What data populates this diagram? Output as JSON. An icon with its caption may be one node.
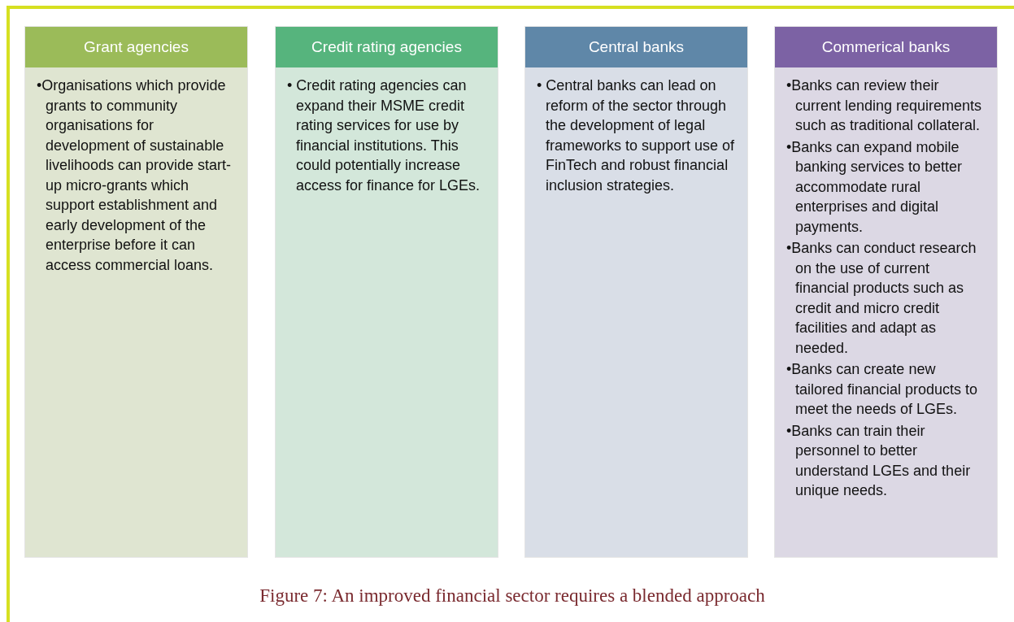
{
  "diagram": {
    "caption": "Figure 7: An improved financial sector requires a blended approach",
    "nodes": [
      {
        "text": [
          "Grant agencies",
          "•Organisations which provide grants to community organisations for development of sustainable livelihoods can provide start-up micro-grants which support establishment and early development of the enterprise before it can access commercial loans."
        ]
      },
      {
        "text": [
          "Credit rating agencies",
          "• Credit rating agencies can expand their MSME credit rating services for use by financial institutions. This could potentially increase access for finance for LGEs."
        ]
      },
      {
        "text": [
          "Central banks",
          "• Central banks can lead on reform of the sector through the development of legal frameworks to support use of FinTech and robust financial inclusion strategies."
        ]
      },
      {
        "text": [
          "Commerical banks",
          "•Banks can review their current lending requirements such as traditional collateral.",
          "•Banks can expand mobile banking services to better accommodate rural enterprises and digital payments.",
          "•Banks can conduct research on the use of current financial products such as credit and micro credit facilities and adapt as needed.",
          "•Banks can create new tailored financial products to meet the needs of LGEs.",
          "•Banks can train their personnel to better understand LGEs and their unique needs."
        ]
      }
    ],
    "edges": []
  }
}
